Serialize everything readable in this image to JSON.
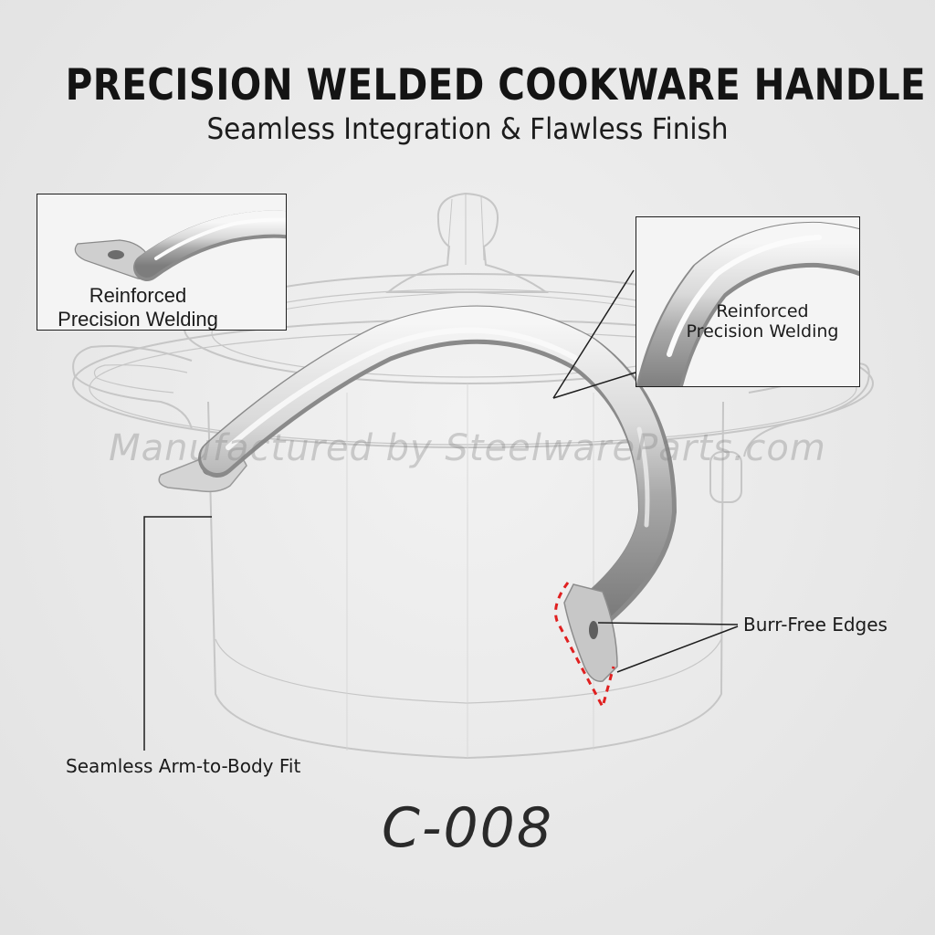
{
  "header": {
    "title": "PRECISION WELDED COOKWARE HANDLE",
    "subtitle": "Seamless Integration & Flawless Finish"
  },
  "watermark": "Manufactured by SteelwareParts.com",
  "detail_left": {
    "label_line1": "Reinforced",
    "label_line2": "Precision Welding"
  },
  "detail_right": {
    "label_line1": "Reinforced",
    "label_line2": "Precision Welding"
  },
  "callouts": {
    "burr_free": "Burr-Free Edges",
    "seamless_fit": "Seamless Arm-to-Body Fit"
  },
  "model_number": "C-008",
  "colors": {
    "background": "#ebebeb",
    "text": "#141414",
    "steel_light": "#e6e6e6",
    "steel_dark": "#8c8c8c",
    "accent_dashed": "#e02020",
    "pot_outline": "#c4c4c4"
  }
}
